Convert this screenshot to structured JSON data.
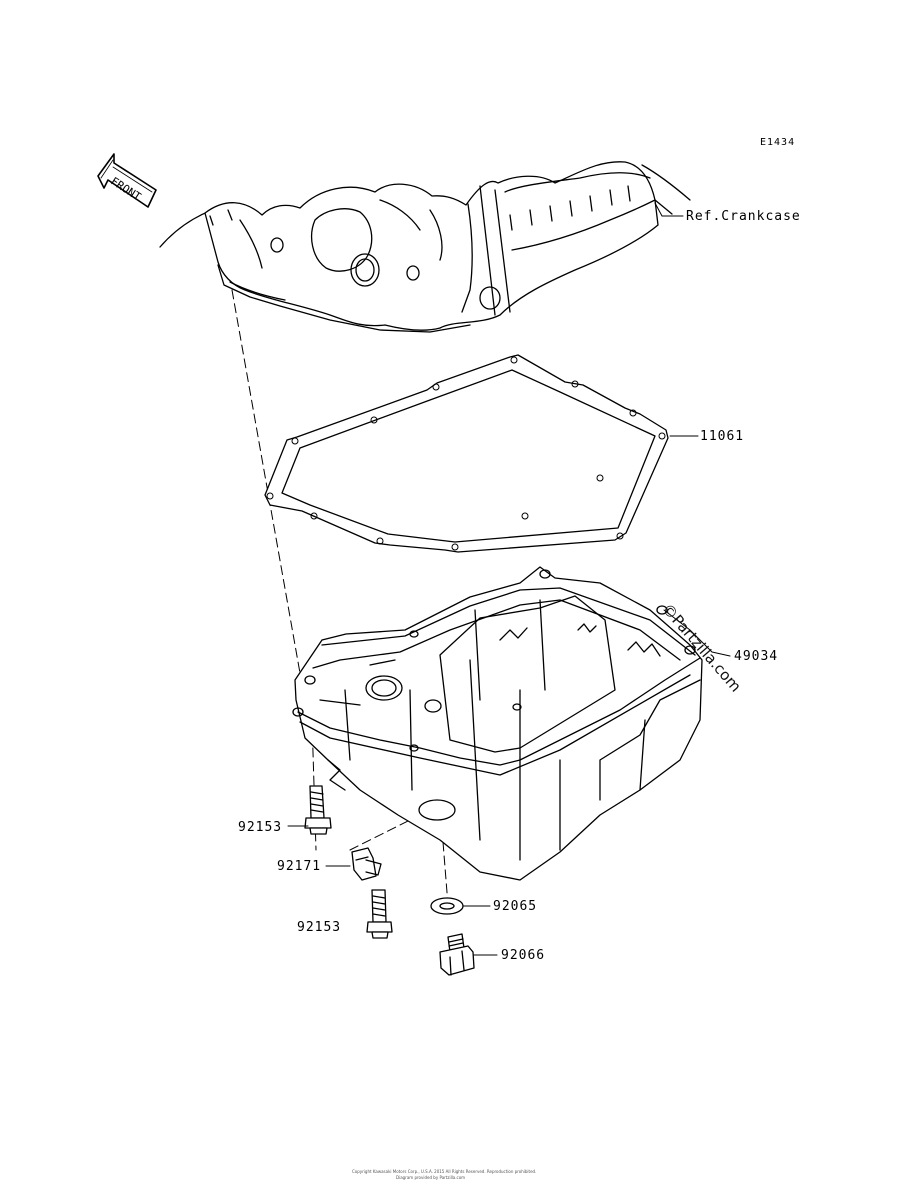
{
  "diagram": {
    "code": "E1434",
    "front_marker": "FRONT",
    "watermark": "©Partzilla.com",
    "footer_lines": [
      "Copyright Kawasaki Motors Corp., U.S.A. 2015 All Rights Reserved. Reproduction prohibited.",
      "Diagram provided by Partzilla.com"
    ],
    "callouts": [
      {
        "id": "ref-crankcase",
        "text": "Ref.Crankcase"
      },
      {
        "id": "11061",
        "text": "11061"
      },
      {
        "id": "49034",
        "text": "49034"
      },
      {
        "id": "92153-a",
        "text": "92153"
      },
      {
        "id": "92171",
        "text": "92171"
      },
      {
        "id": "92153-b",
        "text": "92153"
      },
      {
        "id": "92065",
        "text": "92065"
      },
      {
        "id": "92066",
        "text": "92066"
      }
    ]
  }
}
